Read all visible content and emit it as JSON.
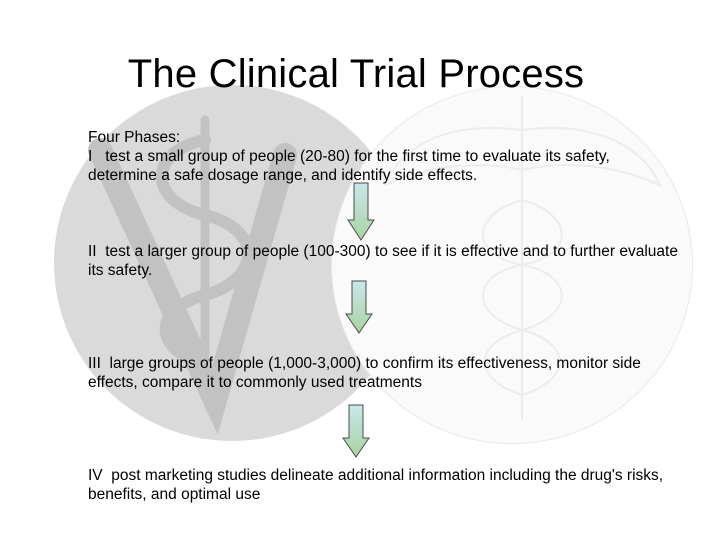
{
  "slide": {
    "title": "The Clinical Trial Process",
    "intro": "Four Phases:",
    "phases": [
      {
        "numeral": "I",
        "text": "test a small group of people (20-80) for the first time to evaluate its safety, determine a safe dosage range, and identify side effects."
      },
      {
        "numeral": "II",
        "text": "test a larger group of people (100-300) to see if it is effective and to further evaluate its safety."
      },
      {
        "numeral": "III",
        "text": "large groups of people (1,000-3,000) to confirm its effectiveness, monitor side effects, compare it to commonly used treatments"
      },
      {
        "numeral": "IV",
        "text": "post marketing studies delineate additional information including the drug's risks, benefits, and optimal use"
      }
    ]
  },
  "icons": {
    "left_watermark": "veterinary-caduceus-icon",
    "right_watermark": "caduceus-icon",
    "arrows": "down-arrow-icon"
  },
  "colors": {
    "left_circle": "#dadada",
    "right_circle": "#fafafa",
    "arrow_top": "#c7e8ec",
    "arrow_bottom": "#a8d4a0",
    "arrow_stroke": "#4a4a4a"
  }
}
